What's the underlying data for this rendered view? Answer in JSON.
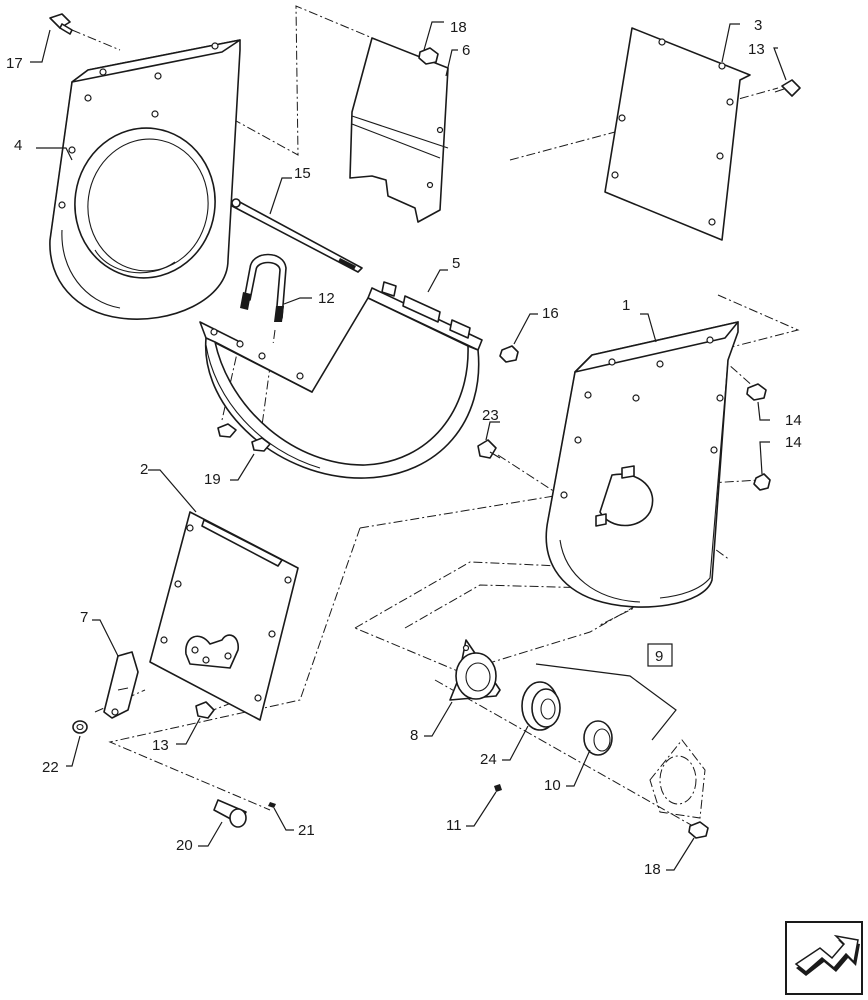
{
  "callouts": {
    "c1": "1",
    "c2": "2",
    "c3": "3",
    "c4": "4",
    "c5": "5",
    "c6": "6",
    "c7": "7",
    "c8": "8",
    "c9": "9",
    "c10": "10",
    "c11": "11",
    "c12": "12",
    "c13a": "13",
    "c13b": "13",
    "c14a": "14",
    "c14b": "14",
    "c15": "15",
    "c16": "16",
    "c17": "17",
    "c18a": "18",
    "c18b": "18",
    "c19": "19",
    "c20": "20",
    "c21": "21",
    "c22": "22",
    "c23": "23",
    "c24": "24"
  },
  "icons": {
    "corner": "next-page-arrow-icon"
  },
  "colors": {
    "ink": "#1a1a1a",
    "paper": "#ffffff"
  }
}
